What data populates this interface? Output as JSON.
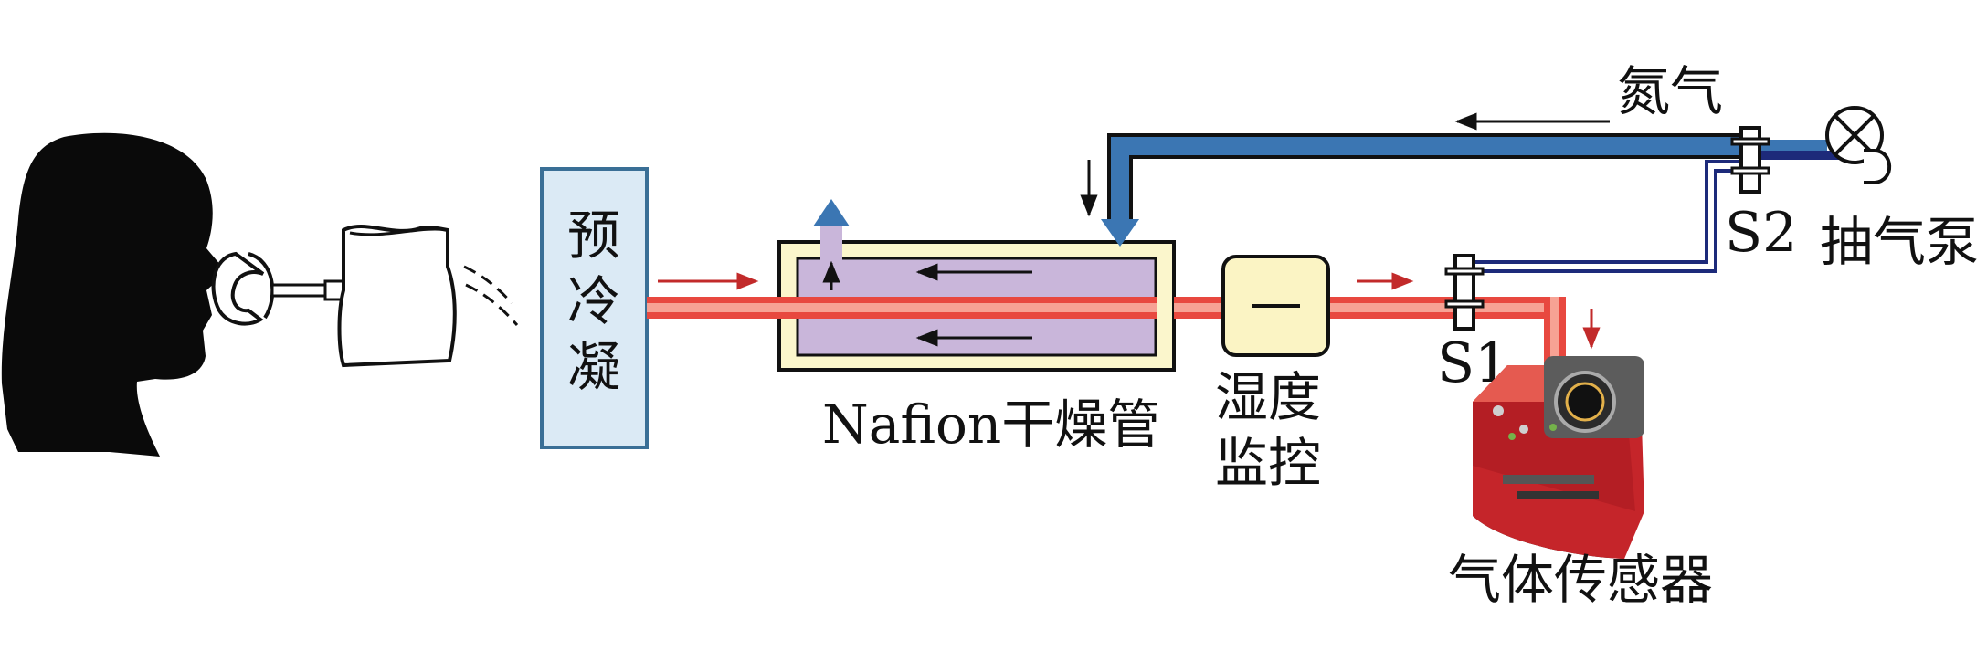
{
  "labels": {
    "precondense": [
      "预",
      "冷",
      "凝"
    ],
    "nafion": "Nafion干燥管",
    "humidity": [
      "湿度",
      "监控"
    ],
    "s1": "S1",
    "s2": "S2",
    "nitrogen": "氮气",
    "pump": "抽气泵",
    "sensor": "气体传感器"
  },
  "colors": {
    "breath_tube": "#e8483f",
    "breath_tube_inner": "#f7a294",
    "nitrogen_tube": "#3b76b3",
    "pump_line": "#1d2a7a",
    "precondenser_fill": "#dbeaf5",
    "precondenser_stroke": "#3a6f96",
    "dryer_outer": "#fbf6cc",
    "dryer_inner": "#c9b6da",
    "humidity_fill": "#fbf4c4",
    "sensor_body": "#c5252a",
    "arrow_red": "#c22a2a",
    "arrow_black": "#111111",
    "outlet_arrow": "#3b76b3"
  },
  "icons": {
    "person": "human-head-silhouette-icon",
    "mouthpiece": "mouthpiece-icon",
    "bag": "breath-collection-bag-icon",
    "pump": "pump-cross-circle-icon",
    "sensor": "gas-sensor-device-icon"
  }
}
